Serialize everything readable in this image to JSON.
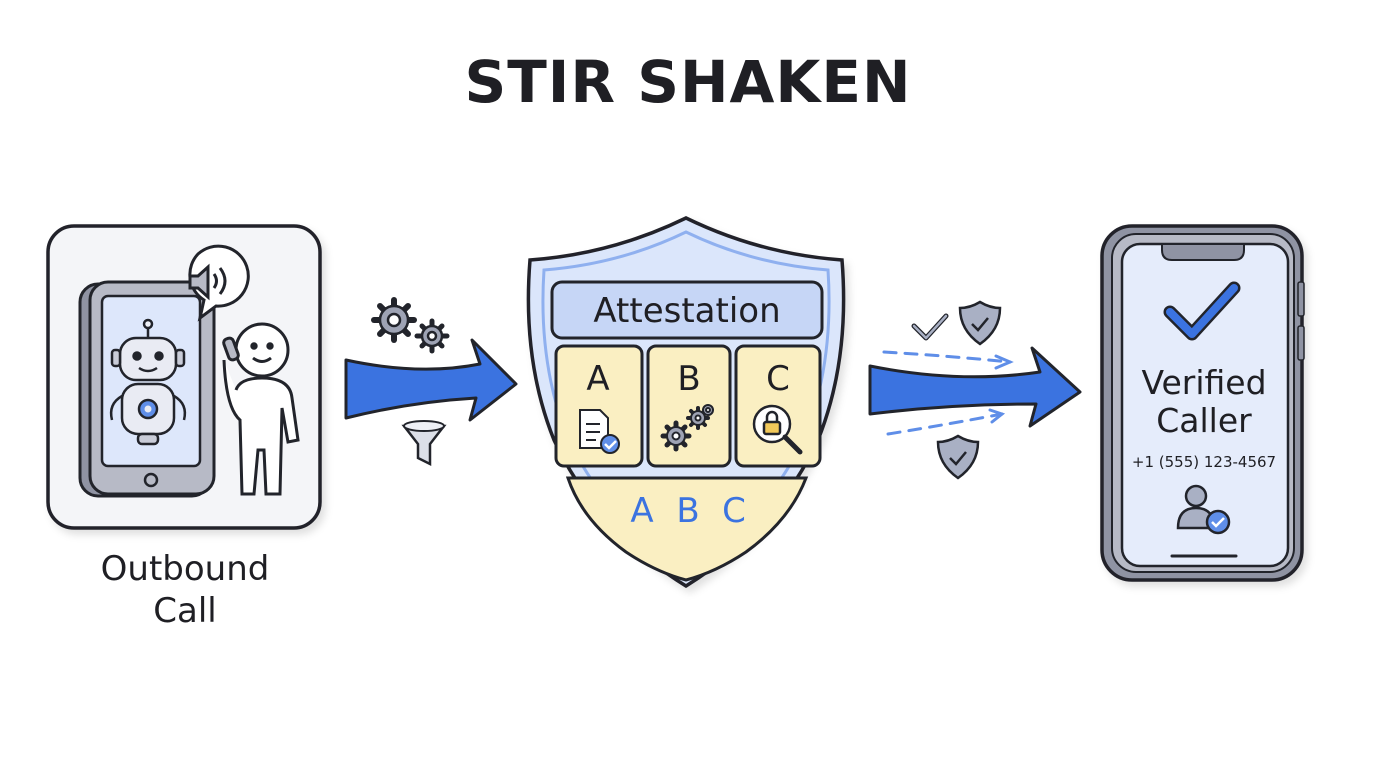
{
  "title": "STIR SHAKEN",
  "left": {
    "label_line1": "Outbound",
    "label_line2": "Call"
  },
  "shield": {
    "header": "Attestation",
    "levels": [
      "A",
      "B",
      "C"
    ],
    "bottom": [
      "A",
      "B",
      "C"
    ]
  },
  "phone": {
    "line1": "Verified",
    "line2": "Caller",
    "number": "+1 (555) 123-4567"
  },
  "colors": {
    "accent": "#3b73e0",
    "shield_blue": "#dbe6fb",
    "panel_yellow": "#faefc2",
    "ink": "#22242b"
  }
}
